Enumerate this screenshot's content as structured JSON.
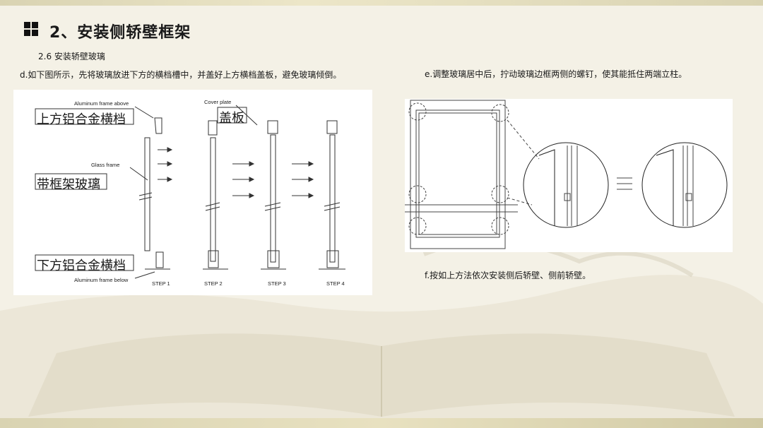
{
  "header": {
    "title": "2、安装侧轿壁框架"
  },
  "section": {
    "subtitle": "2.6  安装轿壁玻璃"
  },
  "steps": {
    "d": "d.如下图所示，先将玻璃放进下方的横档槽中，并盖好上方横档盖板，避免玻璃倾倒。",
    "e": "e.调整玻璃居中后，拧动玻璃边框两侧的螺钉，使其能抵住两端立柱。",
    "f": "f.按如上方法依次安装侧后轿壁、侧前轿壁。"
  },
  "left_figure": {
    "label_upper_cn": "上方铝合金横档",
    "label_upper_en": "Aluminum frame above",
    "label_glass_cn": "带框架玻璃",
    "label_glass_en": "Glass frame",
    "label_lower_cn": "下方铝合金横档",
    "label_lower_en": "Aluminum frame below",
    "label_cover_cn": "盖板",
    "label_cover_en": "Cover plate",
    "step_labels": [
      "STEP 1",
      "STEP 2",
      "STEP 3",
      "STEP 4"
    ]
  },
  "colors": {
    "background": "#f4f1e6",
    "band": "#d9d3b2",
    "line": "#333333"
  },
  "icons": [
    "grid-four-squares-icon"
  ]
}
